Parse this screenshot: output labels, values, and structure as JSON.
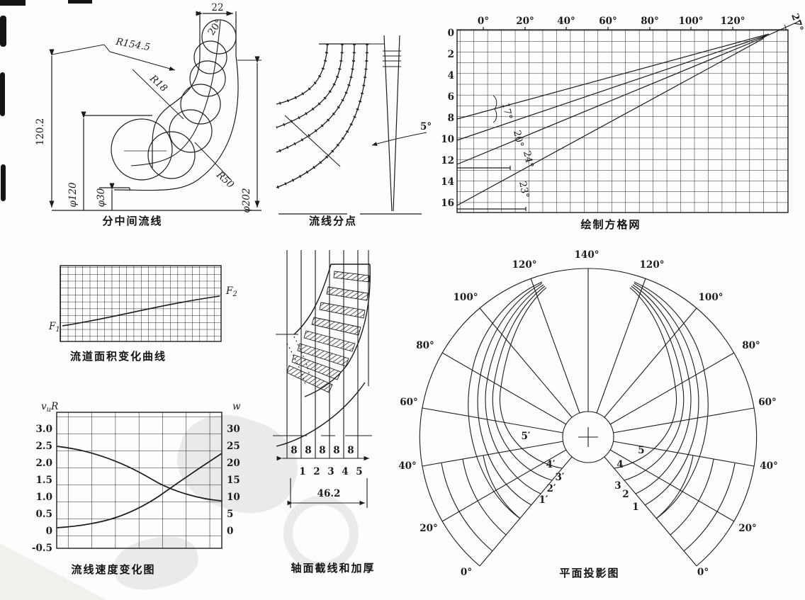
{
  "captions": {
    "meridional": "分中间流线",
    "division": "流线分点",
    "grid": "绘制方格网",
    "area": "流道面积变化曲线",
    "sections": "轴面截线和加厚",
    "velocity": "流线速度变化图",
    "projection": "平面投影图"
  },
  "meridional": {
    "dim_width": "22",
    "dim_angle": "20°",
    "radius_large": "R154.5",
    "radius_small": "R18",
    "radius_mid": "R50",
    "dim_height": "120.2",
    "dia_inner": "φ120",
    "dia_shaft": "φ30",
    "dia_outer": "φ202"
  },
  "division": {
    "angle": "5°"
  },
  "grid_net": {
    "x_ticks": [
      "0°",
      "20°",
      "40°",
      "60°",
      "80°",
      "100°",
      "120°"
    ],
    "y_ticks": [
      "0",
      "2",
      "4",
      "6",
      "8",
      "10",
      "12",
      "14",
      "16"
    ],
    "end_angle": "27°",
    "stream_angles": [
      "17°",
      "20°",
      "24°",
      "23°"
    ]
  },
  "area_curve": {
    "start": {
      "base": "F",
      "sub": "1"
    },
    "end": {
      "base": "F",
      "sub": "2"
    }
  },
  "sections": {
    "widths": [
      "8",
      "8",
      "8",
      "8",
      "8"
    ],
    "indices": [
      "1",
      "2",
      "3",
      "4",
      "5"
    ],
    "total_width": "46.2"
  },
  "velocity": {
    "left_axis": {
      "base": "v",
      "sub": "u",
      "tail": "R"
    },
    "right_axis": "w",
    "left_ticks": [
      "3.0",
      "2.5",
      "2.0",
      "1.5",
      "1.0",
      "0.5",
      "0",
      "-0.5"
    ],
    "right_ticks": [
      "30",
      "25",
      "20",
      "15",
      "10",
      "5",
      "0"
    ]
  },
  "projection": {
    "top_angle": "140°",
    "side_angles": [
      "120°",
      "100°",
      "80°",
      "60°",
      "40°",
      "20°",
      "0°"
    ],
    "right_sections": [
      "5",
      "4",
      "3",
      "2",
      "1"
    ],
    "left_sections": [
      "5′",
      "4′",
      "3′",
      "2′",
      "1′"
    ]
  }
}
